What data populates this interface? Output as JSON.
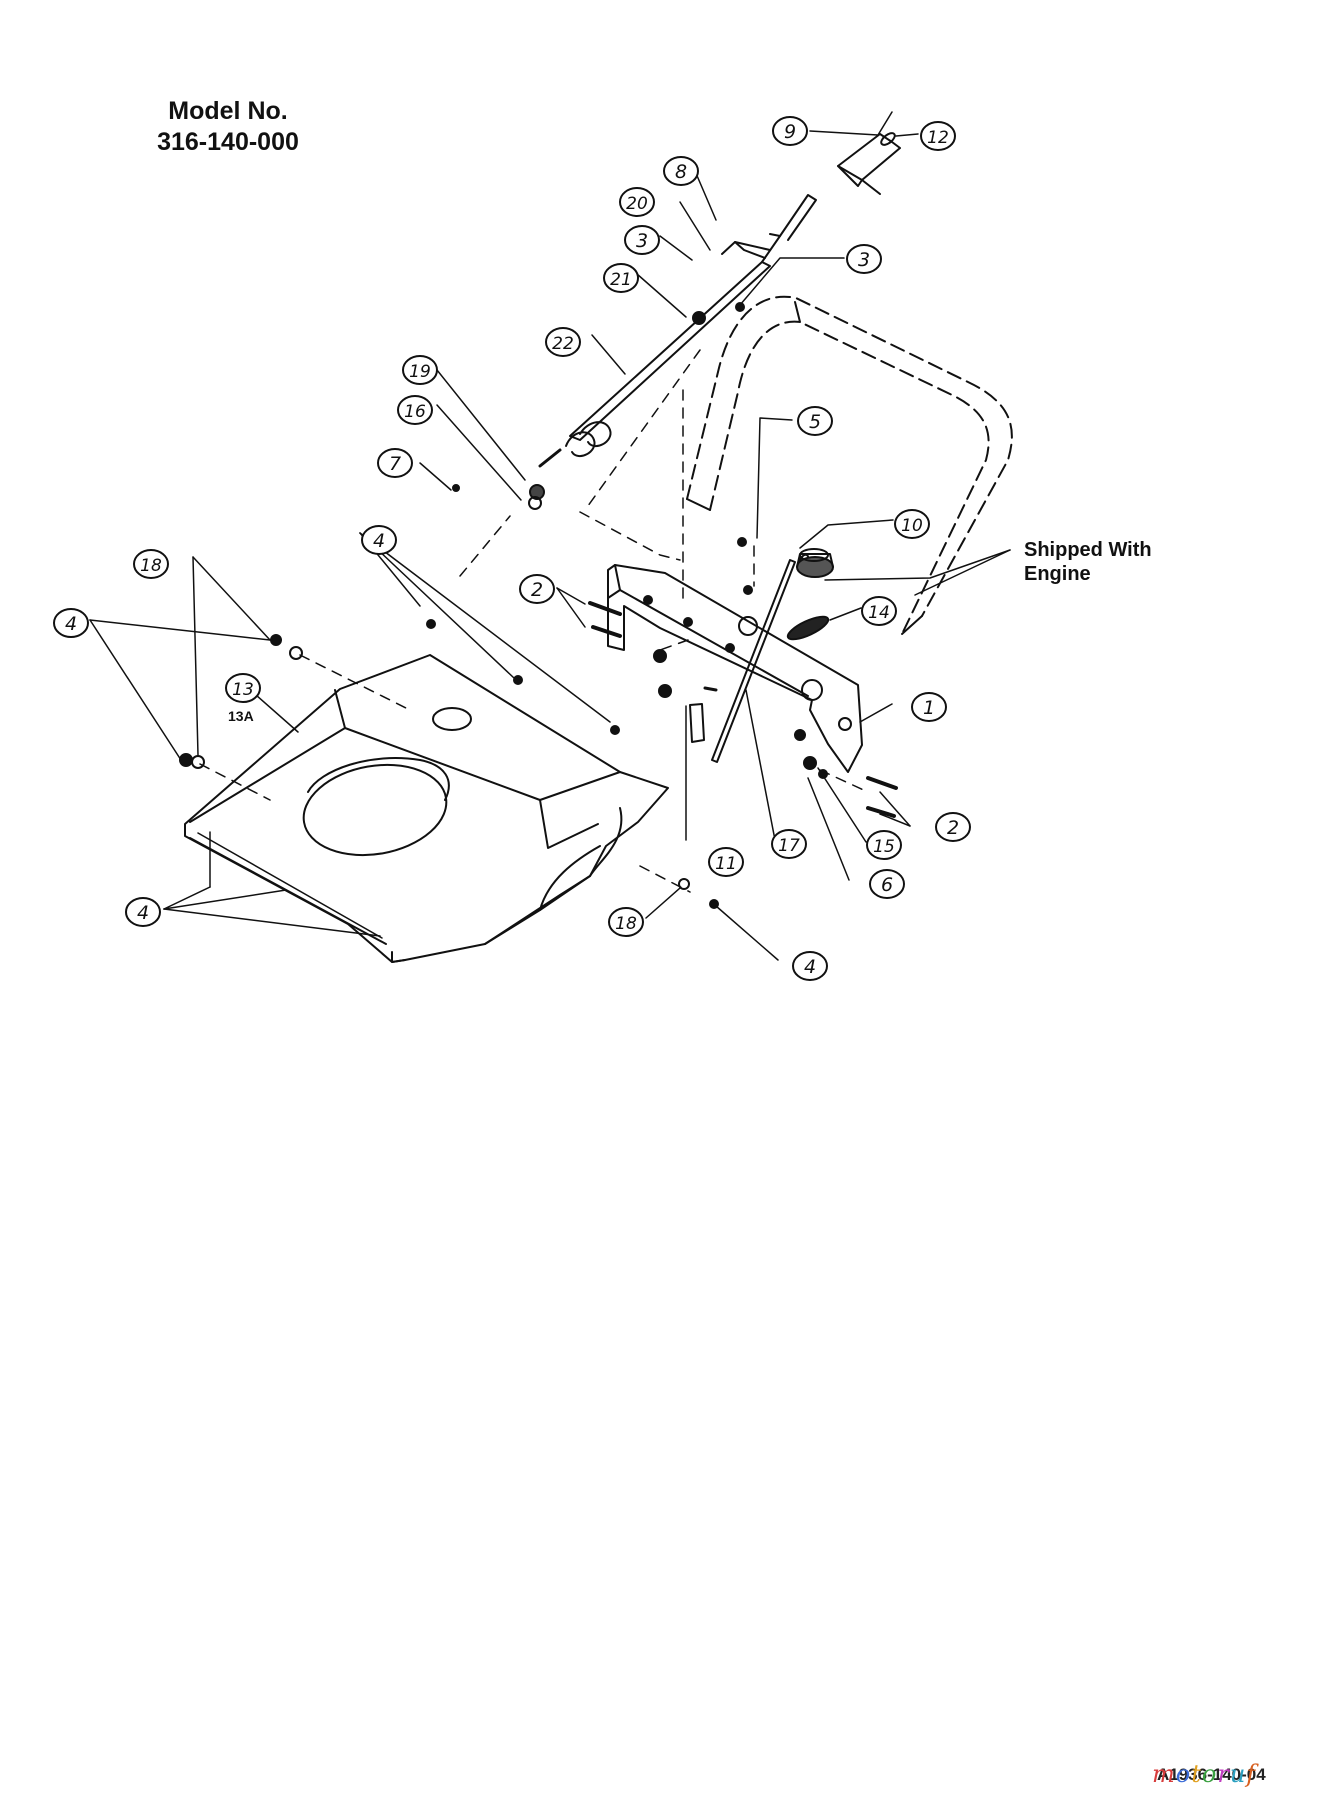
{
  "model_label": "Model No.",
  "model_number": "316-140-000",
  "shipped_with_line1": "Shipped With",
  "shipped_with_line2": "Engine",
  "sub_label": "13A",
  "doc_id": "A1936-140-04",
  "watermark": {
    "letters": [
      "m",
      "o",
      "t",
      "o",
      "r",
      "u",
      "f"
    ],
    "colors": [
      "#d83c3c",
      "#3c6cd8",
      "#e0a020",
      "#3aa040",
      "#c03cc0",
      "#2aa0c0",
      "#d86020"
    ]
  },
  "callouts": [
    {
      "id": "c9",
      "number": "9"
    },
    {
      "id": "c12",
      "number": "12"
    },
    {
      "id": "c8",
      "number": "8"
    },
    {
      "id": "c20",
      "number": "20"
    },
    {
      "id": "c3a",
      "number": "3"
    },
    {
      "id": "c3b",
      "number": "3"
    },
    {
      "id": "c21",
      "number": "21"
    },
    {
      "id": "c22",
      "number": "22"
    },
    {
      "id": "c19",
      "number": "19"
    },
    {
      "id": "c16",
      "number": "16"
    },
    {
      "id": "c7",
      "number": "7"
    },
    {
      "id": "c5",
      "number": "5"
    },
    {
      "id": "c10",
      "number": "10"
    },
    {
      "id": "c4a",
      "number": "4"
    },
    {
      "id": "c18a",
      "number": "18"
    },
    {
      "id": "c4b",
      "number": "4"
    },
    {
      "id": "c2a",
      "number": "2"
    },
    {
      "id": "c14",
      "number": "14"
    },
    {
      "id": "c13",
      "number": "13"
    },
    {
      "id": "c1",
      "number": "1"
    },
    {
      "id": "c2b",
      "number": "2"
    },
    {
      "id": "c15",
      "number": "15"
    },
    {
      "id": "c6",
      "number": "6"
    },
    {
      "id": "c11",
      "number": "11"
    },
    {
      "id": "c17",
      "number": "17"
    },
    {
      "id": "c18b",
      "number": "18"
    },
    {
      "id": "c4c",
      "number": "4"
    },
    {
      "id": "c4d",
      "number": "4"
    }
  ]
}
